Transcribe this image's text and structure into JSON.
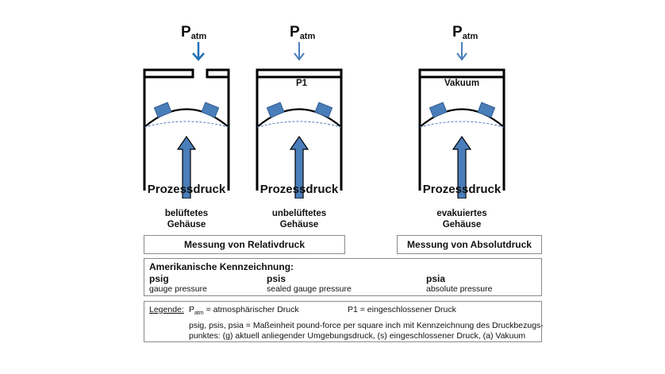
{
  "colors": {
    "accent_blue": "#4a7ebb",
    "arrow_dark_blue": "#1f6fb5",
    "outline": "#000000",
    "box_border": "#8a8a8a"
  },
  "diagrams": [
    {
      "patm": {
        "P": "P",
        "sub": "atm"
      },
      "inner_label": "",
      "vented": true,
      "process_label": "Prozessdruck",
      "housing_line1": "belüftetes",
      "housing_line2": "Gehäuse"
    },
    {
      "patm": {
        "P": "P",
        "sub": "atm"
      },
      "inner_label": "P1",
      "vented": false,
      "process_label": "Prozessdruck",
      "housing_line1": "unbelüftetes",
      "housing_line2": "Gehäuse"
    },
    {
      "patm": {
        "P": "P",
        "sub": "atm"
      },
      "inner_label": "Vakuum",
      "vented": false,
      "process_label": "Prozessdruck",
      "housing_line1": "evakuiertes",
      "housing_line2": "Gehäuse"
    }
  ],
  "measurement": {
    "relative": "Messung von Relativdruck",
    "absolute": "Messung von Absolutdruck"
  },
  "american": {
    "title": "Amerikanische Kennzeichnung:",
    "items": [
      {
        "code": "psig",
        "desc": "gauge pressure"
      },
      {
        "code": "psis",
        "desc": "sealed gauge pressure"
      },
      {
        "code": "psia",
        "desc": "absolute pressure"
      }
    ]
  },
  "legend": {
    "label": "Legende:",
    "patm_P": "P",
    "patm_sub": "atm",
    "patm_def": " = atmosphärischer Druck",
    "p1_def": "P1 = eingeschlossener Druck",
    "units_line1": "psig, psis, psia = Maßeinheit pound-force per square inch mit Kennzeichnung des Druckbezugs-",
    "units_line2": "punktes: (g) aktuell anliegender Umgebungsdruck, (s) eingeschlossener Druck, (a) Vakuum"
  }
}
